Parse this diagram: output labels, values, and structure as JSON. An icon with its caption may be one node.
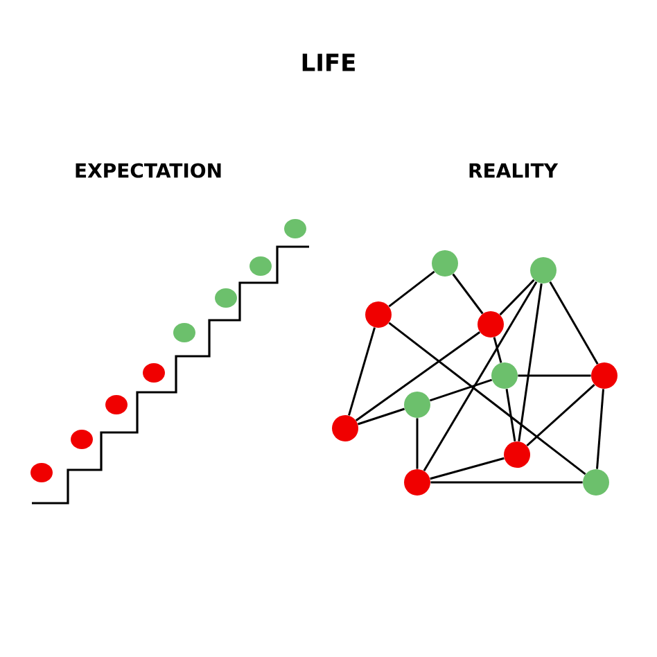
{
  "diagram": {
    "title": "LIFE",
    "nodes": [
      {
        "text": [],
        "shape": "circle"
      },
      {
        "text": [],
        "shape": "circle"
      },
      {
        "text": [],
        "shape": "circle"
      },
      {
        "text": [],
        "shape": "circle"
      },
      {
        "text": [],
        "shape": "circle"
      },
      {
        "text": [],
        "shape": "circle"
      },
      {
        "text": [],
        "shape": "circle"
      },
      {
        "text": [],
        "shape": "circle"
      },
      {
        "text": [],
        "shape": "circle"
      },
      {
        "text": [],
        "shape": "circle"
      },
      {
        "text": [],
        "shape": "circle"
      }
    ],
    "edges": [
      {
        "from": 0,
        "to": 2,
        "arrow": "none"
      },
      {
        "from": 0,
        "to": 3,
        "arrow": "none"
      },
      {
        "from": 2,
        "to": 7,
        "arrow": "none"
      },
      {
        "from": 2,
        "to": 10,
        "arrow": "none"
      },
      {
        "from": 3,
        "to": 7,
        "arrow": "none"
      },
      {
        "from": 3,
        "to": 4,
        "arrow": "none"
      },
      {
        "from": 1,
        "to": 3,
        "arrow": "none"
      },
      {
        "from": 1,
        "to": 9,
        "arrow": "none"
      },
      {
        "from": 1,
        "to": 8,
        "arrow": "none"
      },
      {
        "from": 1,
        "to": 5,
        "arrow": "none"
      },
      {
        "from": 4,
        "to": 5,
        "arrow": "none"
      },
      {
        "from": 4,
        "to": 6,
        "arrow": "none"
      },
      {
        "from": 4,
        "to": 8,
        "arrow": "none"
      },
      {
        "from": 6,
        "to": 7,
        "arrow": "none"
      },
      {
        "from": 6,
        "to": 9,
        "arrow": "none"
      },
      {
        "from": 9,
        "to": 8,
        "arrow": "none"
      },
      {
        "from": 9,
        "to": 10,
        "arrow": "none"
      },
      {
        "from": 8,
        "to": 5,
        "arrow": "none"
      },
      {
        "from": 5,
        "to": 10,
        "arrow": "none"
      }
    ],
    "labels": [
      "EXPECTATION",
      "REALITY"
    ]
  }
}
